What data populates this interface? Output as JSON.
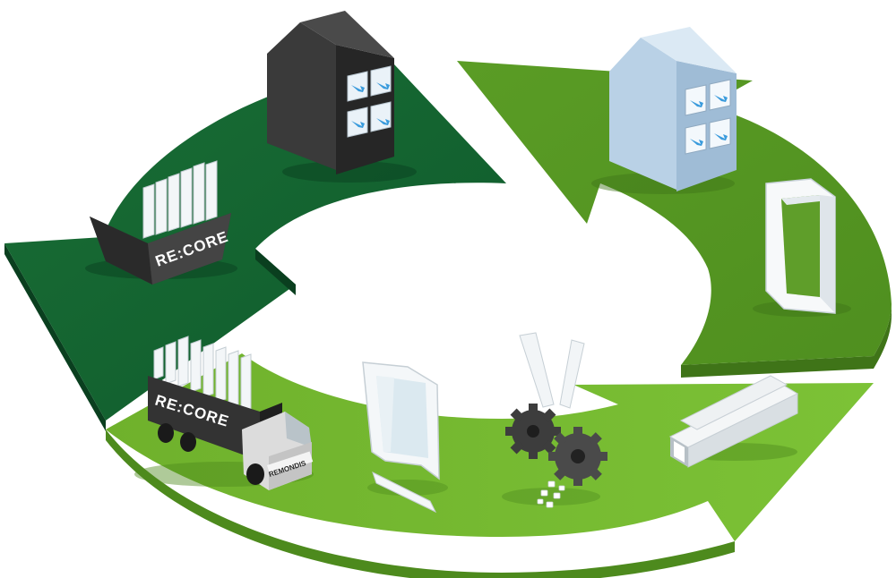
{
  "brand": {
    "skip_label": "RE:CORE",
    "truck_label": "RE:CORE",
    "cab_label": "REMONDIS",
    "accent": "#1e9e8c"
  },
  "colors": {
    "arrow_dark": "#0f5a2d",
    "arrow_dark_side": "#0a3f1f",
    "arrow_mid": "#5f9e2a",
    "arrow_mid_side": "#3f7418",
    "arrow_light": "#72b52e",
    "arrow_light_side": "#4d8a1d",
    "building_dark": "#2d2d2d",
    "building_light": "#c9dff0",
    "flow_arrow": "#3a9bdc"
  },
  "cycle_steps": [
    {
      "id": "recycled-building",
      "icon": "dark-building-icon"
    },
    {
      "id": "new-building",
      "icon": "light-building-icon"
    },
    {
      "id": "window-frame",
      "icon": "window-frame-icon"
    },
    {
      "id": "profiles",
      "icon": "profiles-icon"
    },
    {
      "id": "processing",
      "icon": "gears-icon"
    },
    {
      "id": "dismantled-window",
      "icon": "broken-window-icon"
    },
    {
      "id": "collection-truck",
      "icon": "truck-icon"
    },
    {
      "id": "collection-skip",
      "icon": "skip-container-icon"
    }
  ]
}
